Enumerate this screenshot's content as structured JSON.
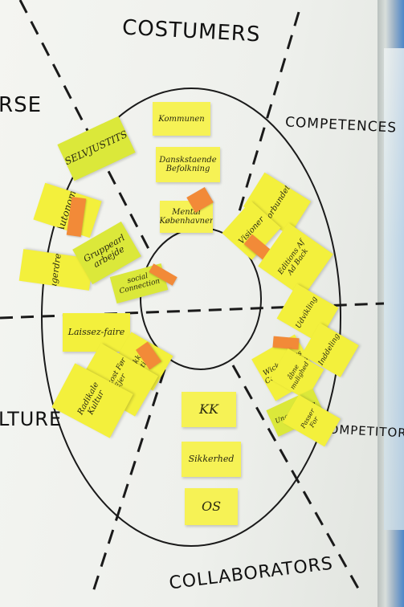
{
  "board": {
    "segments": {
      "top": "COSTUMERS",
      "top_left": "RSE",
      "right_upper": "COMPETENCES",
      "left_lower": "LTURE",
      "right_lower": "COMPETITORS",
      "bottom": "COLLABORATORS"
    },
    "notes": {
      "kommunen": "Kommunen",
      "danskstaende": "Danskstaende Befolkning",
      "mental": "Mental Københavner",
      "selvjustits": "SELVJUSTITS",
      "autonomi": "Autonomi",
      "brugerdrevet": "Brugerdrevet",
      "gruppearbejde": "Gruppearl arbejde",
      "social": "social Connection",
      "forbundet": "Forbundet",
      "visioner": "Visioner",
      "edit": "Editions Af Ad Back",
      "udvikling": "Udvikling",
      "laissez": "Laissez-faire",
      "ikke_optimal": "Ikke optimal",
      "pengeflow": "Frokost Før Ejer",
      "radikale": "Radikale Kultur",
      "wickedness": "Wickedness Communities",
      "aabne": "åbne mulighed",
      "inddeling": "Inddeling",
      "ungdom": "Ungdom Ikke",
      "passer": "Passer For",
      "kk": "KK",
      "sikkerhed": "Sikkerhed",
      "os": "OS"
    }
  },
  "colors": {
    "paper": "#f4f5f1",
    "ink": "#111111",
    "sticky_yellow": "#f3f03c",
    "sticky_green": "#dbe83a",
    "sticky_orange": "#f28a38"
  }
}
